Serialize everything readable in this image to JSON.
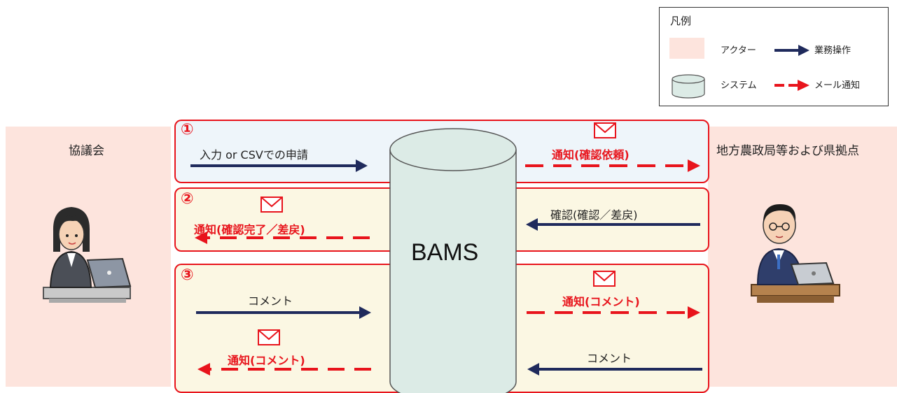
{
  "legend": {
    "title": "凡例",
    "actor_label": "アクター",
    "system_label": "システム",
    "operation_label": "業務操作",
    "mail_label": "メール通知"
  },
  "actors": {
    "left": "協議会",
    "right": "地方農政局等および県拠点"
  },
  "system": {
    "name": "BAMS"
  },
  "steps": [
    {
      "number": "①",
      "operation": "入力 or CSVでの申請",
      "notification": "通知(確認依頼)"
    },
    {
      "number": "②",
      "operation": "確認(確認／差戻)",
      "notification": "通知(確認完了／差戻)"
    },
    {
      "number": "③",
      "comment_to_system": "コメント",
      "notification_to_right": "通知(コメント)",
      "comment_from_right": "コメント",
      "notification_to_left": "通知(コメント)"
    }
  ],
  "colors": {
    "actor_fill": "#fde4dd",
    "panel_blue": "#eef5fa",
    "panel_yellow": "#fbf7e3",
    "panel_border": "#e8141c",
    "operation_arrow": "#1f2a5c",
    "mail_arrow": "#e8141c",
    "cylinder_fill": "#dcebe6"
  }
}
